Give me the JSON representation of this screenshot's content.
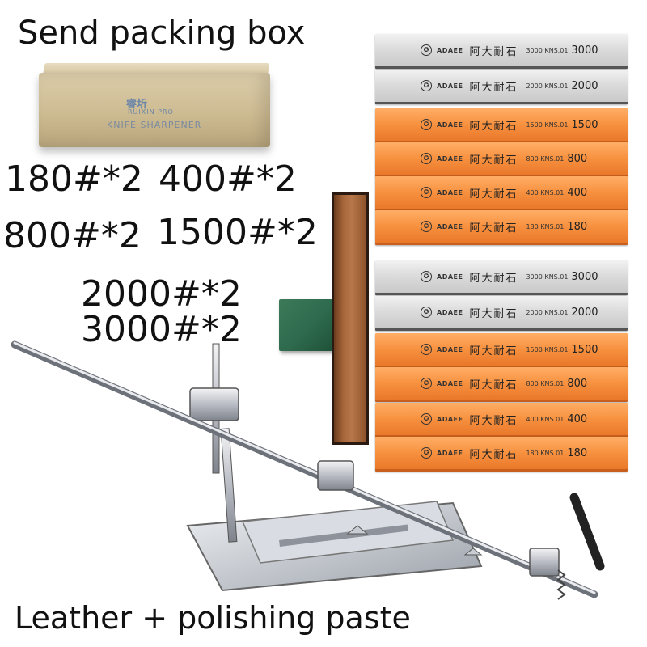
{
  "headline_top": "Send packing box",
  "headline_bottom": "Leather + polishing paste",
  "grit_lines": [
    "180#*2",
    "400#*2",
    "800#*2",
    "1500#*2",
    "2000#*2",
    "3000#*2"
  ],
  "box": {
    "logo": "睿圻",
    "brand": "RUIXIN PRO",
    "label": "KNIFE SHARPENER"
  },
  "stones": [
    {
      "color": "grey",
      "brand": "ADAEE",
      "cn": "阿大耐石",
      "code": "3000 KNS.01",
      "grit": "3000"
    },
    {
      "color": "grey",
      "brand": "ADAEE",
      "cn": "阿大耐石",
      "code": "2000 KNS.01",
      "grit": "2000"
    },
    {
      "color": "orange",
      "brand": "ADAEE",
      "cn": "阿大耐石",
      "code": "1500 KNS.01",
      "grit": "1500"
    },
    {
      "color": "orange",
      "brand": "ADAEE",
      "cn": "阿大耐石",
      "code": "800 KNS.01",
      "grit": "800"
    },
    {
      "color": "orange",
      "brand": "ADAEE",
      "cn": "阿大耐石",
      "code": "400 KNS.01",
      "grit": "400"
    },
    {
      "color": "orange",
      "brand": "ADAEE",
      "cn": "阿大耐石",
      "code": "180 KNS.01",
      "grit": "180"
    },
    {
      "color": "grey",
      "brand": "ADAEE",
      "cn": "阿大耐石",
      "code": "3000 KNS.01",
      "grit": "3000"
    },
    {
      "color": "grey",
      "brand": "ADAEE",
      "cn": "阿大耐石",
      "code": "2000 KNS.01",
      "grit": "2000"
    },
    {
      "color": "orange",
      "brand": "ADAEE",
      "cn": "阿大耐石",
      "code": "1500 KNS.01",
      "grit": "1500"
    },
    {
      "color": "orange",
      "brand": "ADAEE",
      "cn": "阿大耐石",
      "code": "800 KNS.01",
      "grit": "800"
    },
    {
      "color": "orange",
      "brand": "ADAEE",
      "cn": "阿大耐石",
      "code": "400 KNS.01",
      "grit": "400"
    },
    {
      "color": "orange",
      "brand": "ADAEE",
      "cn": "阿大耐石",
      "code": "180 KNS.01",
      "grit": "180"
    }
  ]
}
